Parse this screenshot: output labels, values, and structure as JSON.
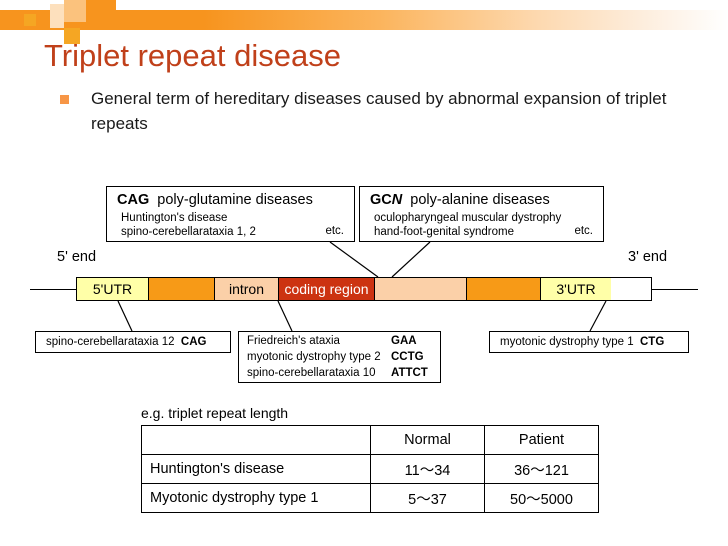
{
  "slide": {
    "title": "Triplet repeat disease",
    "bullet": "General term of hereditary diseases caused by abnormal expansion of triplet repeats",
    "title_color": "#c0401a",
    "accent_color": "#f7941e"
  },
  "top_boxes": [
    {
      "code": "CAG",
      "code_style": "bold",
      "heading": "poly-glutamine diseases",
      "lines": [
        "Huntington's disease",
        "spino-cerebellarataxia 1, 2"
      ],
      "etc": "etc."
    },
    {
      "code": "GCN",
      "code_style": "bold-italic-n",
      "heading": "poly-alanine diseases",
      "lines": [
        "oculopharyngeal muscular dystrophy",
        "hand-foot-genital syndrome"
      ],
      "etc": "etc."
    }
  ],
  "gene": {
    "five_prime_label": "5' end",
    "three_prime_label": "3' end",
    "segments": [
      {
        "label": "5'UTR",
        "color": "#ffffa8",
        "text_color": "#000000",
        "width": 72
      },
      {
        "label": "",
        "color": "#f79a17",
        "text_color": "#000000",
        "width": 66
      },
      {
        "label": "intron",
        "color": "#fbd0a8",
        "text_color": "#000000",
        "width": 64
      },
      {
        "label": "coding region",
        "color": "#cc3311",
        "text_color": "#ffffff",
        "width": 96
      },
      {
        "label": "",
        "color": "#fbd0a8",
        "text_color": "#000000",
        "width": 92
      },
      {
        "label": "",
        "color": "#f79a17",
        "text_color": "#000000",
        "width": 74
      },
      {
        "label": "3'UTR",
        "color": "#ffffa8",
        "text_color": "#000000",
        "width": 70
      }
    ]
  },
  "bottom_boxes": [
    {
      "rows": [
        {
          "name": "spino-cerebellarataxia 12",
          "repeat": "CAG"
        }
      ]
    },
    {
      "rows": [
        {
          "name": "Friedreich's ataxia",
          "repeat": "GAA"
        },
        {
          "name": "myotonic dystrophy type 2",
          "repeat": "CCTG"
        },
        {
          "name": "spino-cerebellarataxia 10",
          "repeat": "ATTCT"
        }
      ]
    },
    {
      "rows": [
        {
          "name": "myotonic dystrophy type 1",
          "repeat": "CTG"
        }
      ]
    }
  ],
  "table": {
    "caption": "e.g. triplet repeat length",
    "columns": [
      "",
      "Normal",
      "Patient"
    ],
    "rows": [
      {
        "disease": "Huntington's disease",
        "normal": "11～34",
        "patient": "36～121"
      },
      {
        "disease": "Myotonic dystrophy type 1",
        "normal": "5～37",
        "patient": "50～5000"
      }
    ]
  }
}
